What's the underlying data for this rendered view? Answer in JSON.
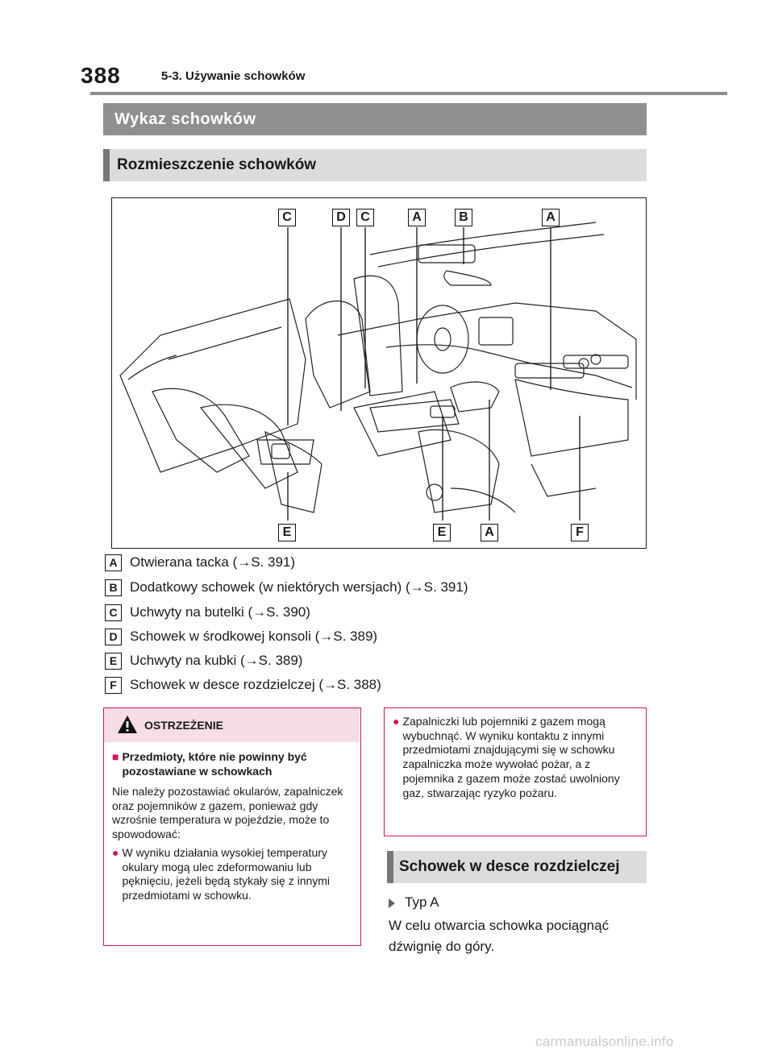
{
  "header": {
    "page_number": "388",
    "running_title": "5-3. Używanie schowków"
  },
  "section_title": "Wykaz schowków",
  "subsection_title": "Rozmieszczenie schowków",
  "diagram": {
    "callouts_top": [
      "C",
      "D",
      "C",
      "A",
      "B",
      "A"
    ],
    "callouts_bottom": [
      "E",
      "E",
      "A",
      "F"
    ]
  },
  "legend": [
    {
      "key": "A",
      "text": "Otwierana tacka (→S. 391)"
    },
    {
      "key": "B",
      "text": "Dodatkowy schowek (w niektórych wersjach) (→S. 391)"
    },
    {
      "key": "C",
      "text": "Uchwyty na butelki (→S. 390)"
    },
    {
      "key": "D",
      "text": "Schowek w środkowej konsoli (→S. 389)"
    },
    {
      "key": "E",
      "text": "Uchwyty na kubki (→S. 389)"
    },
    {
      "key": "F",
      "text": "Schowek w desce rozdzielczej (→S. 388)"
    }
  ],
  "warning": {
    "title": "OSTRZEŻENIE",
    "heading": "Przedmioty, które nie powinny być pozostawiane w schowkach",
    "para": "Nie należy pozostawiać okularów, zapalniczek oraz pojemników z gazem, ponieważ gdy wzrośnie temperatura w pojeździe, może to spowodować:",
    "bullet1": "W wyniku działania wysokiej temperatury okulary mogą ulec zdeformowaniu lub pęknięciu, jeżeli będą stykały się z innymi przedmiotami w schowku.",
    "bullet2": "Zapalniczki lub pojemniki z gazem mogą wybuchnąć. W wyniku kontaktu z innymi przedmiotami znajdującymi się w schowku zapalniczka może wywołać pożar, a z pojemnika z gazem może zostać uwolniony gaz, stwarzając ryzyko pożaru."
  },
  "glovebox": {
    "title": "Schowek w desce rozdzielczej",
    "type_label": "Typ A",
    "instruction": "W celu otwarcia schowka pociągnąć dźwignię do góry."
  },
  "watermark": "carmanualsonline.info"
}
